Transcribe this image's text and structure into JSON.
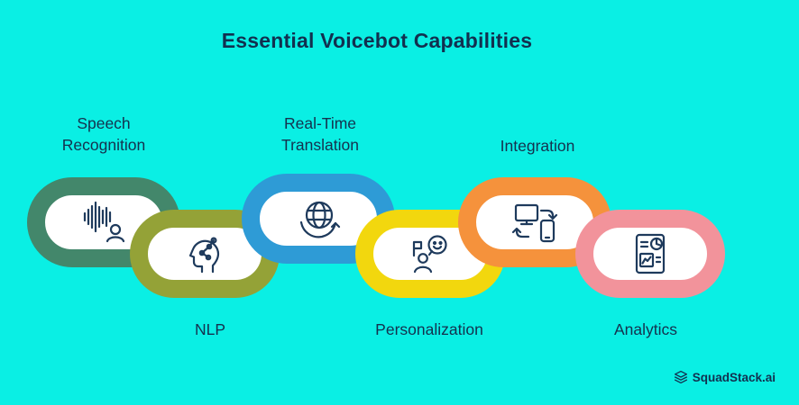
{
  "title": "Essential Voicebot Capabilities",
  "theme": {
    "background": "#0AEFE4",
    "text": "#12304F",
    "icon_stroke": "#1E3A5C",
    "link_hole": "#FFFFFF"
  },
  "capabilities": [
    {
      "label": "Speech Recognition",
      "color": "#43876B",
      "icon": "speech-waveform-icon",
      "label_position": "top"
    },
    {
      "label": "NLP",
      "color": "#94A237",
      "icon": "nlp-head-icon",
      "label_position": "bottom"
    },
    {
      "label": "Real-Time Translation",
      "color": "#2E9BD6",
      "icon": "globe-translation-icon",
      "label_position": "top"
    },
    {
      "label": "Personalization",
      "color": "#F2D70E",
      "icon": "personalization-chat-icon",
      "label_position": "bottom"
    },
    {
      "label": "Integration",
      "color": "#F5923C",
      "icon": "devices-sync-icon",
      "label_position": "top"
    },
    {
      "label": "Analytics",
      "color": "#F2939B",
      "icon": "analytics-report-icon",
      "label_position": "bottom"
    }
  ],
  "logo": {
    "text": "SquadStack.ai"
  }
}
